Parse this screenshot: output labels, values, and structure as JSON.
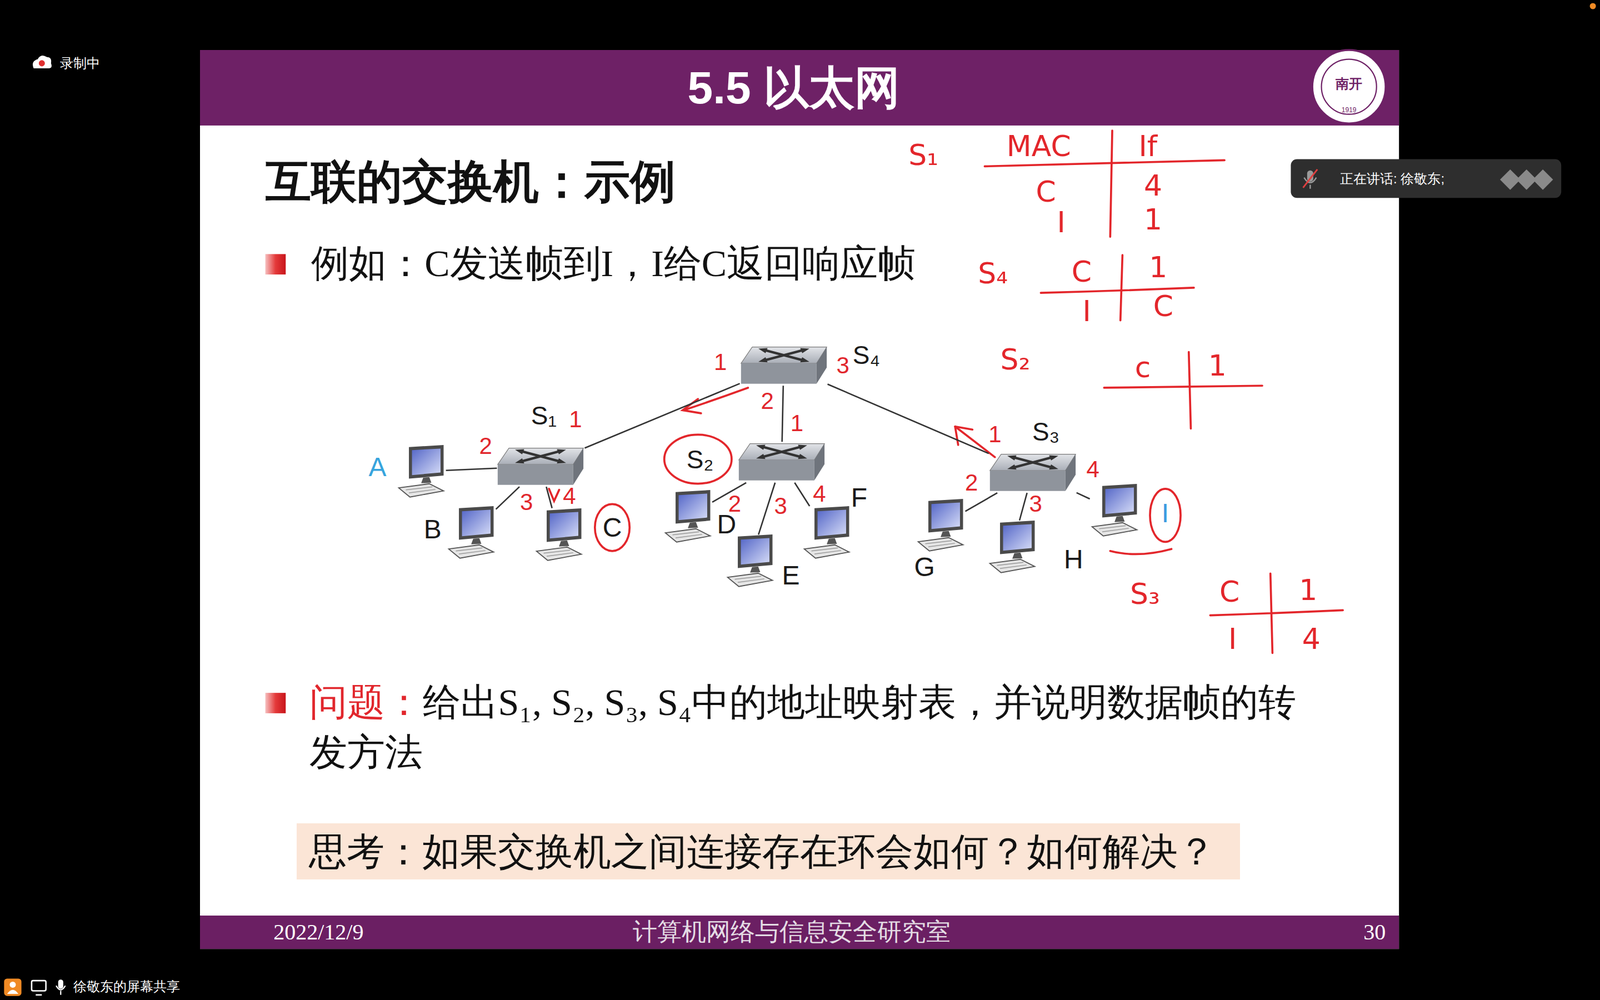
{
  "diagram": {
    "title": "5.5 以太网",
    "nodes": [
      {
        "text": [
          "正在讲话: 徐敬东;"
        ]
      },
      {
        "text": [
          "S₄"
        ]
      },
      {
        "text": [
          "S₁"
        ]
      },
      {
        "text": [
          "S₂"
        ]
      },
      {
        "text": [
          "S₃"
        ]
      },
      {
        "text": [
          "A"
        ]
      },
      {
        "text": [
          "B"
        ]
      },
      {
        "text": [
          "C"
        ]
      },
      {
        "text": [
          "D"
        ]
      },
      {
        "text": [
          "E"
        ]
      },
      {
        "text": [
          "F"
        ]
      },
      {
        "text": [
          "G"
        ]
      },
      {
        "text": [
          "H"
        ]
      },
      {
        "text": [
          "I"
        ]
      },
      {
        "text": [
          "思考：如果交换机之间连接存在环会如何？如何解决？"
        ]
      },
      {
        "text": [
          "2022/12/9",
          "计算机网络与信息安全研究室",
          "30"
        ]
      }
    ],
    "edges": [
      {
        "from": 1,
        "to": 2,
        "arrow": "none"
      },
      {
        "from": 1,
        "to": 3,
        "arrow": "none"
      },
      {
        "from": 1,
        "to": 4,
        "arrow": "none"
      },
      {
        "from": 2,
        "to": 5,
        "arrow": "none"
      },
      {
        "from": 2,
        "to": 6,
        "arrow": "none"
      },
      {
        "from": 2,
        "to": 7,
        "arrow": "none"
      },
      {
        "from": 3,
        "to": 8,
        "arrow": "none"
      },
      {
        "from": 3,
        "to": 9,
        "arrow": "none"
      },
      {
        "from": 3,
        "to": 10,
        "arrow": "none"
      },
      {
        "from": 4,
        "to": 11,
        "arrow": "none"
      },
      {
        "from": 4,
        "to": 12,
        "arrow": "none"
      },
      {
        "from": 4,
        "to": 13,
        "arrow": "none"
      }
    ],
    "labels": [
      "录制中",
      "南开",
      "1919",
      "互联的交换机：示例",
      "例如：C发送帧到I，I给C返回响应帧",
      "1",
      "2",
      "3",
      "1",
      "2",
      "3",
      "4",
      "1",
      "2",
      "3",
      "4",
      "1",
      "2",
      "3",
      "4",
      "S₁",
      "MAC",
      "If",
      "C",
      "4",
      "I",
      "1",
      "S₄",
      "C",
      "1",
      "I",
      "C",
      "S₂",
      "c",
      "1",
      "S₃",
      "C",
      "1",
      "I",
      "4",
      "问题：",
      "给出S₁, S₂, S₃, S₄中的地址映射表，并说明数据帧的转发方法",
      "徐敬东的屏幕共享"
    ]
  }
}
